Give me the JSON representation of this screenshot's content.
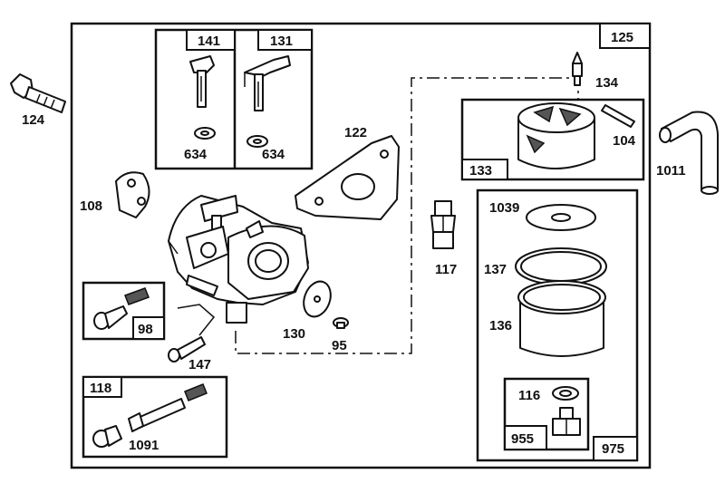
{
  "labels": {
    "l125": "125",
    "l141": "141",
    "l131": "131",
    "l634a": "634",
    "l634b": "634",
    "l124": "124",
    "l122": "122",
    "l134": "134",
    "l104": "104",
    "l133": "133",
    "l1011": "1011",
    "l108": "108",
    "l117": "117",
    "l1039": "1039",
    "l137": "137",
    "l136": "136",
    "l98": "98",
    "l130": "130",
    "l95": "95",
    "l147": "147",
    "l118": "118",
    "l1091": "1091",
    "l116": "116",
    "l955": "955",
    "l975": "975"
  }
}
